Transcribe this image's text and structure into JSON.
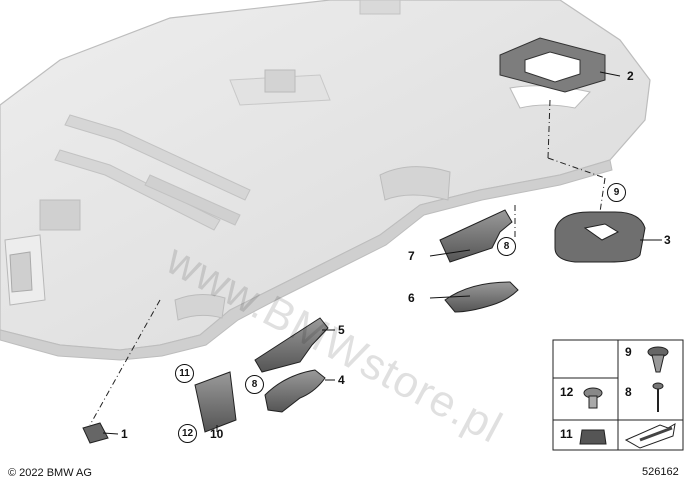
{
  "watermark": "www.BMWstore.pl",
  "copyright": "© 2022 BMW AG",
  "diagram_number": "526162",
  "callouts": {
    "c1": "1",
    "c2": "2",
    "c3": "3",
    "c4": "4",
    "c5": "5",
    "c6": "6",
    "c7": "7",
    "c10": "10"
  },
  "circled": {
    "c8a": "8",
    "c8b": "8",
    "c9": "9",
    "c11": "11",
    "c12": "12"
  },
  "legend": {
    "c9": "9",
    "c12": "12",
    "c8": "8",
    "c11": "11"
  }
}
